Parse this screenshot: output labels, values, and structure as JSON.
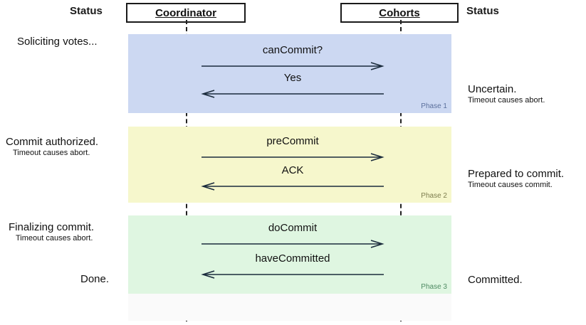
{
  "header": {
    "status_left_label": "Status",
    "status_right_label": "Status",
    "actor_left": "Coordinator",
    "actor_right": "Cohorts"
  },
  "phases": [
    {
      "id": "phase1",
      "label": "Phase 1",
      "color": "#ccd8f2",
      "messages": [
        {
          "label": "canCommit?",
          "direction": "right"
        },
        {
          "label": "Yes",
          "direction": "left"
        }
      ],
      "status_left": {
        "main": "Soliciting votes...",
        "sub": ""
      },
      "status_right": {
        "main": "Uncertain.",
        "sub": "Timeout causes abort."
      }
    },
    {
      "id": "phase2",
      "label": "Phase 2",
      "color": "#f6f7cc",
      "messages": [
        {
          "label": "preCommit",
          "direction": "right"
        },
        {
          "label": "ACK",
          "direction": "left"
        }
      ],
      "status_left": {
        "main": "Commit authorized.",
        "sub": "Timeout causes abort."
      },
      "status_right": {
        "main": "Prepared to commit.",
        "sub": "Timeout causes commit."
      }
    },
    {
      "id": "phase3",
      "label": "Phase 3",
      "color": "#dff6e1",
      "messages": [
        {
          "label": "doCommit",
          "direction": "right"
        },
        {
          "label": "haveCommitted",
          "direction": "left"
        }
      ],
      "status_left": {
        "main": "Finalizing commit.",
        "sub": "Timeout causes abort."
      },
      "status_left_extra": {
        "main": "Done.",
        "sub": ""
      },
      "status_right": {
        "main": "Committed.",
        "sub": ""
      }
    }
  ],
  "colors": {
    "phase1_band": "#ccd8f2",
    "phase2_band": "#f6f7cc",
    "phase3_band": "#dff6e1",
    "phase1_label": "#5b6f9c",
    "phase2_label": "#7d7d4e",
    "phase3_label": "#4e8a62",
    "line": "#1a2b3c",
    "text": "#111111"
  }
}
